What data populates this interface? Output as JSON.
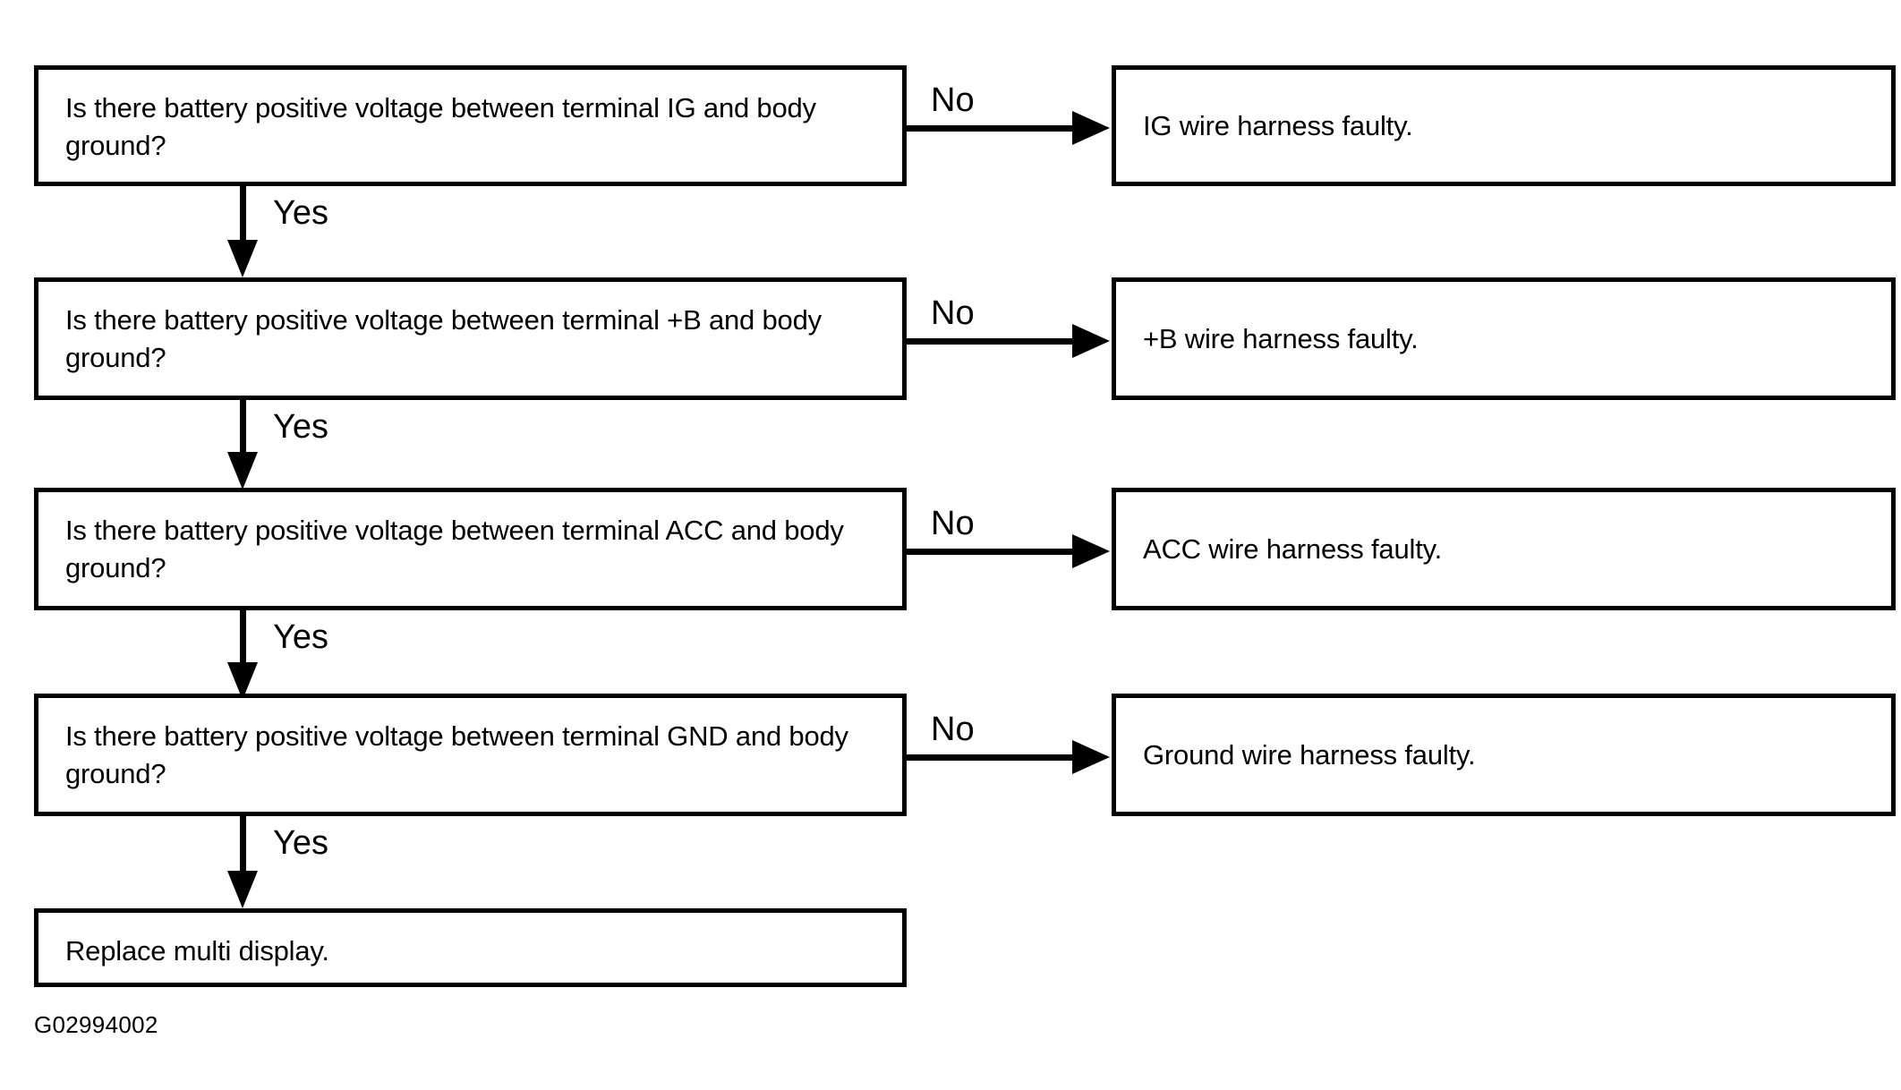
{
  "figure": {
    "code": "G02994002",
    "type": "troubleshooting-flowchart",
    "background_color": "#ffffff",
    "line_color": "#000000"
  },
  "steps": [
    {
      "question": "Is there battery positive voltage between terminal IG and body ground?",
      "no_label": "No",
      "no_result": "IG wire harness faulty.",
      "yes_label": "Yes"
    },
    {
      "question": "Is there battery positive voltage between terminal +B and body ground?",
      "no_label": "No",
      "no_result": "+B wire harness faulty.",
      "yes_label": "Yes"
    },
    {
      "question": "Is there battery positive voltage between terminal ACC and body ground?",
      "no_label": "No",
      "no_result": "ACC wire harness faulty.",
      "yes_label": "Yes"
    },
    {
      "question": "Is there battery positive voltage between terminal GND and body ground?",
      "no_label": "No",
      "no_result": "Ground wire harness faulty.",
      "yes_label": "Yes"
    }
  ],
  "final": {
    "action": "Replace multi display."
  }
}
